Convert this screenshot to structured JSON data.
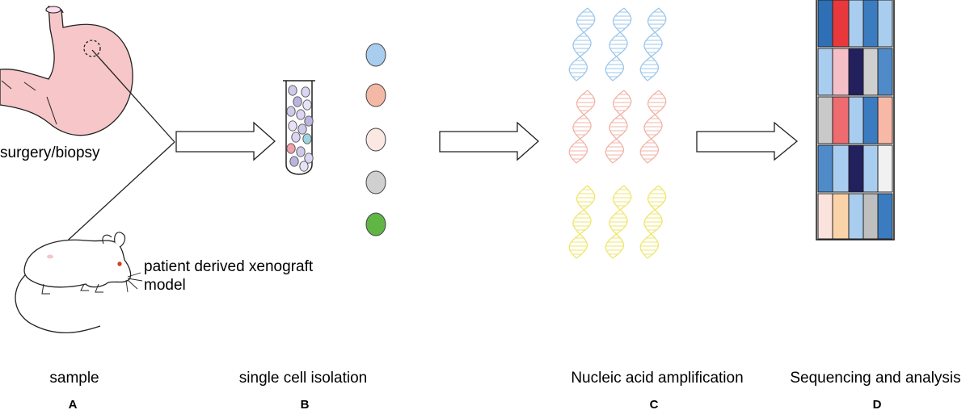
{
  "labels": {
    "surgery": "surgery/biopsy",
    "pdx_line1": "patient derived xenograft",
    "pdx_line2": "model"
  },
  "stages": [
    {
      "caption": "sample",
      "letter": "A"
    },
    {
      "caption": "single cell isolation",
      "letter": "B"
    },
    {
      "caption": "Nucleic acid amplification",
      "letter": "C"
    },
    {
      "caption": "Sequencing and analysis",
      "letter": "D"
    }
  ],
  "colors": {
    "stomach": "#f6c6c8",
    "cell_blue": "#a9cdee",
    "cell_salmon": "#f4b9a6",
    "cell_pale": "#fbe8e2",
    "cell_gray": "#d0d0d0",
    "cell_green": "#5fb644",
    "dna_blue": "#9dc7ea",
    "dna_pink": "#f1b4a8",
    "dna_yellow": "#efe66c",
    "mouse_eye": "#d04020"
  },
  "isolated_cells": [
    "#a9cdee",
    "#f4b9a6",
    "#fbe8e2",
    "#d0d0d0",
    "#5fb644"
  ],
  "heatmap": [
    [
      "#2e6fb5",
      "#e8383c",
      "#a9cdee",
      "#3b7cc0",
      "#a9cdee"
    ],
    [
      "#a9cdee",
      "#f4bfc6",
      "#23205e",
      "#cfcfcf",
      "#4f8bc9"
    ],
    [
      "#c9c9c9",
      "#ee6b70",
      "#a9cdee",
      "#3b7cc0",
      "#f8b8a6"
    ],
    [
      "#4f8bc9",
      "#a9cdee",
      "#23205e",
      "#a9cdee",
      "#f1f1f1"
    ],
    [
      "#fbe3dd",
      "#fbd3a8",
      "#a9cdee",
      "#bfbfbf",
      "#3b7cc0"
    ]
  ]
}
